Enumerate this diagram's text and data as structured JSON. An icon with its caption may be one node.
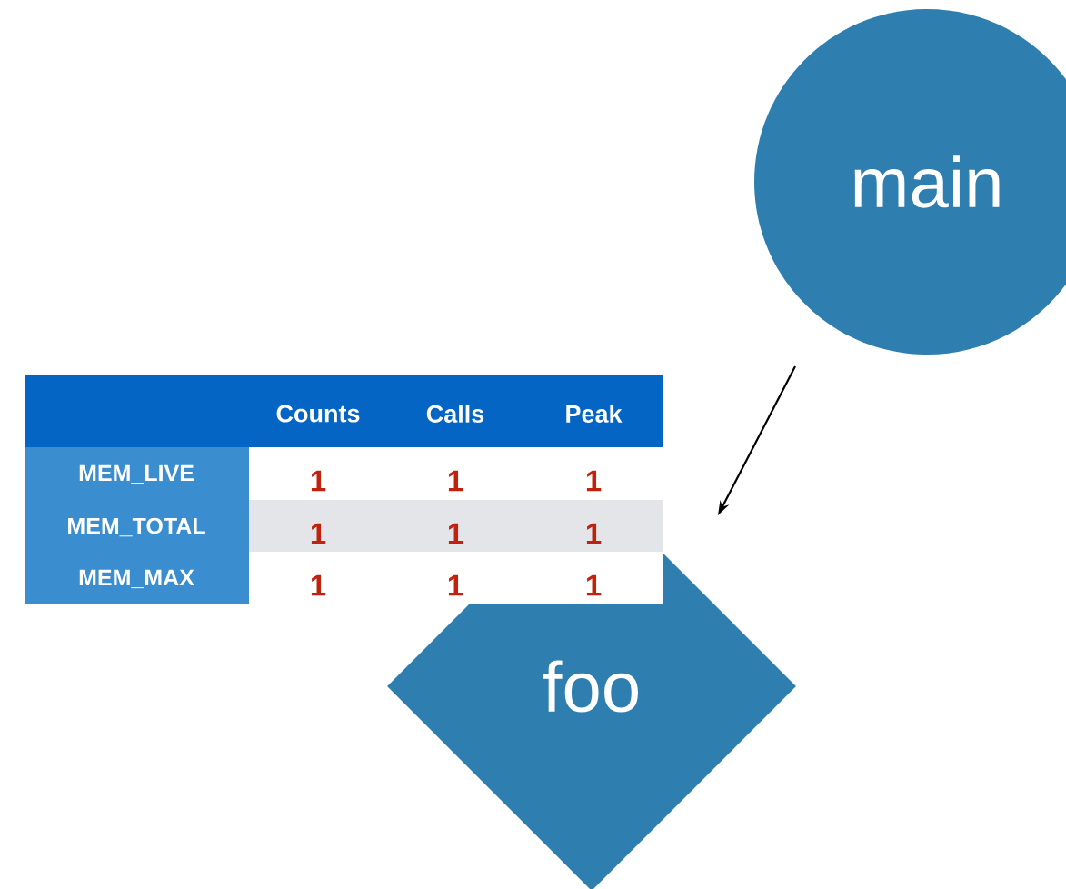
{
  "diagram": {
    "nodes": [
      {
        "text": [
          "main"
        ]
      },
      {
        "text": [
          "foo"
        ]
      }
    ],
    "edges": [
      {
        "from": 0,
        "to": 1,
        "arrow": "to"
      }
    ],
    "labels": [
      "Counts",
      "Calls",
      "Peak",
      "MEM_LIVE",
      "1",
      "1",
      "1",
      "MEM_TOTAL",
      "1",
      "1",
      "1",
      "MEM_MAX",
      "1",
      "1",
      "1"
    ]
  }
}
